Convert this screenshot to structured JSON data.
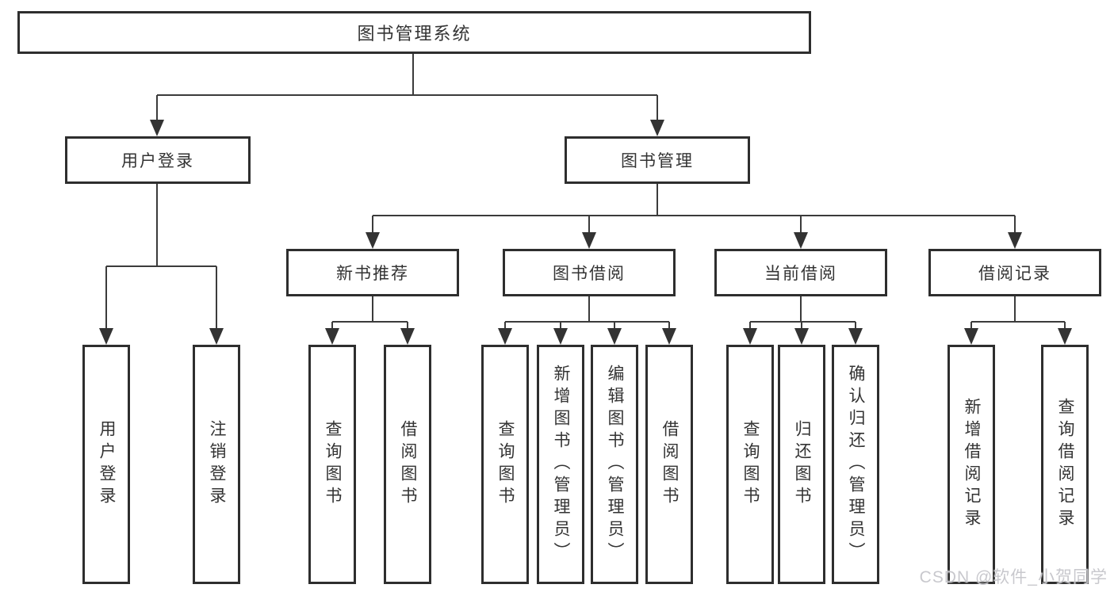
{
  "diagram": {
    "root": {
      "label": "图书管理系统"
    },
    "level2": [
      {
        "label": "用户登录",
        "children": [
          "用户登录",
          "注销登录"
        ]
      },
      {
        "label": "图书管理",
        "groups": [
          {
            "label": "新书推荐",
            "children": [
              "查询图书",
              "借阅图书"
            ]
          },
          {
            "label": "图书借阅",
            "children": [
              "查询图书",
              "新增图书（管理员）",
              "编辑图书（管理员）",
              "借阅图书"
            ]
          },
          {
            "label": "当前借阅",
            "children": [
              "查询图书",
              "归还图书",
              "确认归还（管理员）"
            ]
          },
          {
            "label": "借阅记录",
            "children": [
              "新增借阅记录",
              "查询借阅记录"
            ]
          }
        ]
      }
    ]
  },
  "watermark": "CSDN @软件_小贺同学",
  "colors": {
    "line": "#3b3b3b",
    "box_border": "#2e2e2e",
    "box_background": "#ffffff",
    "text": "#333333",
    "watermark": "#c6c6cb"
  }
}
